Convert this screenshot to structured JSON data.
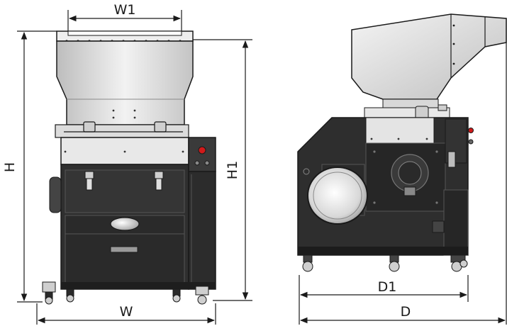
{
  "dimensions": {
    "W1": "W1",
    "W": "W",
    "H": "H",
    "H1": "H1",
    "D1": "D1",
    "D": "D"
  },
  "colors": {
    "body_dark": "#2b2b2b",
    "body_mid": "#3a3a3a",
    "steel_light": "#e4e4e4",
    "steel_mid": "#c9c9c9",
    "line": "#1a1a1a",
    "button_red": "#d11a1a"
  }
}
